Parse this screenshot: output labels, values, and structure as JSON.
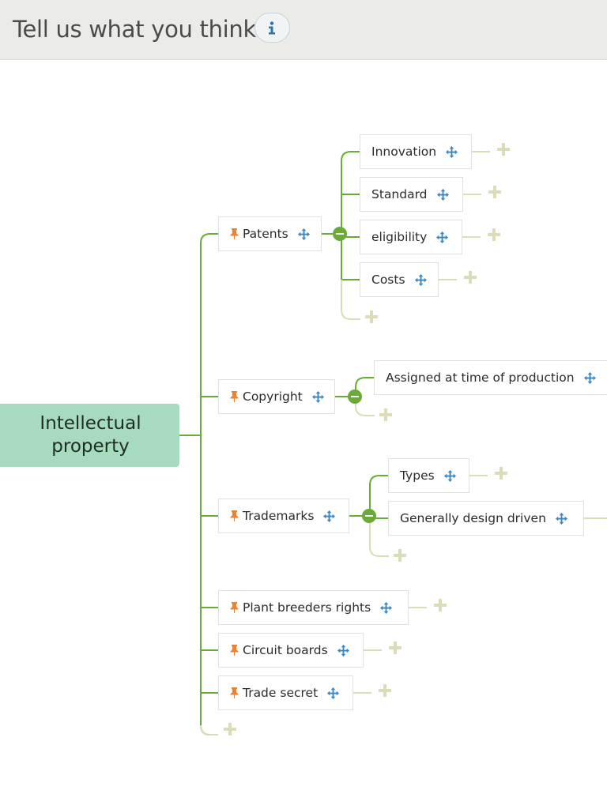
{
  "header": {
    "title": "Tell us what you think",
    "info_icon": "info-icon"
  },
  "mindmap": {
    "root": {
      "label": "Intellectual property"
    },
    "branches": [
      {
        "label": "Patents",
        "children": [
          "Innovation",
          "Standard",
          "eligibility",
          "Costs"
        ]
      },
      {
        "label": "Copyright",
        "children": [
          "Assigned at time of production"
        ]
      },
      {
        "label": "Trademarks",
        "children": [
          "Types",
          "Generally design driven"
        ]
      },
      {
        "label": "Plant breeders rights",
        "children": []
      },
      {
        "label": "Circuit boards",
        "children": []
      },
      {
        "label": "Trade secret",
        "children": []
      }
    ]
  },
  "icons": {
    "pin": "pin-icon",
    "move": "move-icon",
    "add": "add-icon",
    "collapse": "collapse-icon"
  },
  "colors": {
    "connector": "#6aaa38",
    "connector_faded": "#dcdcb8",
    "root_fill": "#a7dbbd",
    "pin": "#e8833a",
    "move": "#3a86c0",
    "header_bg": "#ebebe8"
  }
}
